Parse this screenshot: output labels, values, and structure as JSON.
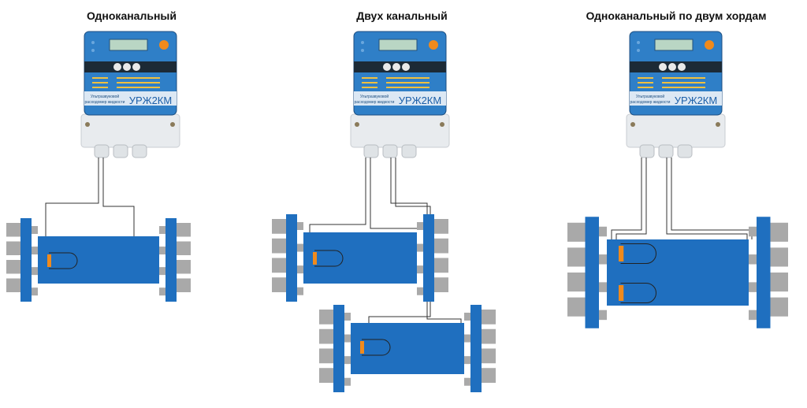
{
  "diagrams": [
    {
      "title": "Одноканальный"
    },
    {
      "title": "Двух канальный"
    },
    {
      "title": "Одноканальный по двум хордам"
    }
  ],
  "device": {
    "subtitle_line1": "Ультразвуковой",
    "subtitle_line2": "расходомер жидкости",
    "model": "УРЖ2КМ"
  },
  "colors": {
    "pipe": "#1f6fbf",
    "flange_bolt": "#a9a9a9",
    "transducer": "#f08a1c",
    "device_panel": "#2f7fc7",
    "device_box": "#e8ebee"
  }
}
